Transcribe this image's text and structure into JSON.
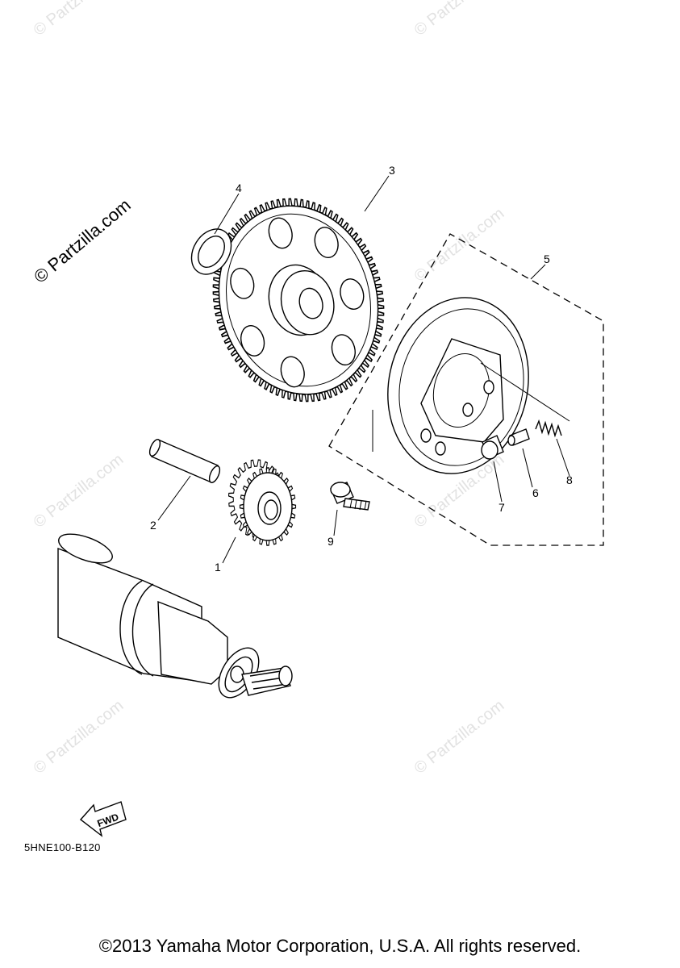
{
  "diagram": {
    "callouts": [
      "1",
      "2",
      "3",
      "4",
      "5",
      "6",
      "7",
      "8",
      "9"
    ],
    "watermark_main": "© Partzilla.com",
    "watermark_faint": "© Partzilla.com",
    "fwd_label": "FWD",
    "code": "5HNE100-B120"
  },
  "footer": {
    "copyright": "©2013 Yamaha Motor Corporation, U.S.A. All rights reserved."
  }
}
